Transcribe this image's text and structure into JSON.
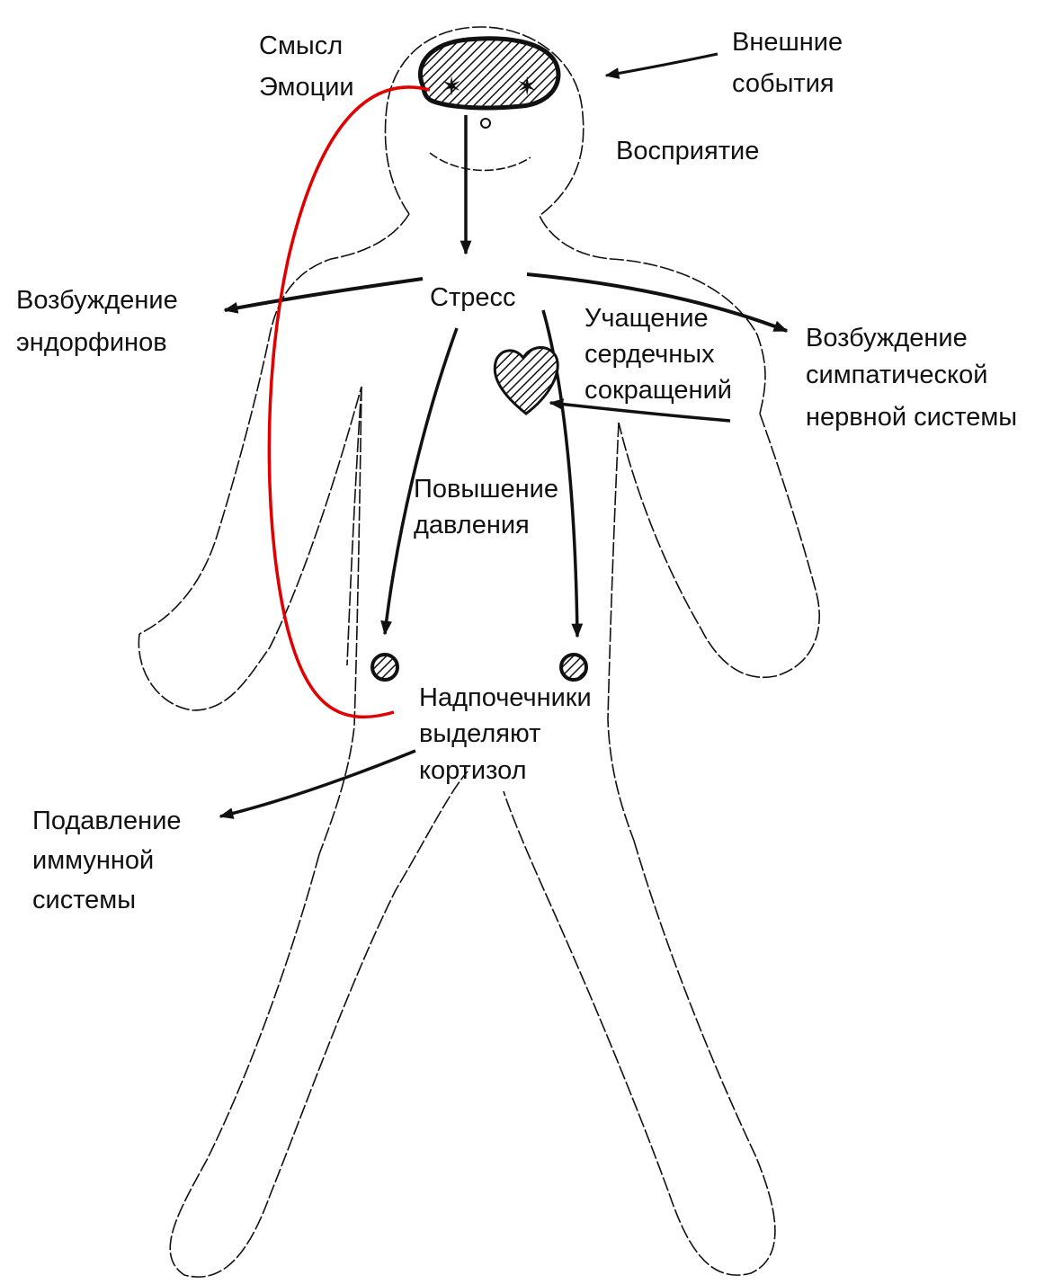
{
  "labels": {
    "meaning": "Смысл",
    "emotions": "Эмоции",
    "external_1": "Внешние",
    "external_2": "события",
    "perception": "Восприятие",
    "stress": "Стресс",
    "endorphin_1": "Возбуждение",
    "endorphin_2": "эндорфинов",
    "heart_1": "Учащение",
    "heart_2": "сердечных",
    "heart_3": "сокращений",
    "sympathetic_1": "Возбуждение",
    "sympathetic_2": "симпатической",
    "sympathetic_3": "нервной системы",
    "pressure_1": "Повышение",
    "pressure_2": "давления",
    "adrenal_1": "Надпочечники",
    "adrenal_2": "выделяют",
    "adrenal_3": "кортизол",
    "immune_1": "Подавление",
    "immune_2": "иммунной",
    "immune_3": "системы"
  },
  "colors": {
    "ink": "#111111",
    "feedback_loop": "#e00000",
    "background": "#ffffff"
  }
}
